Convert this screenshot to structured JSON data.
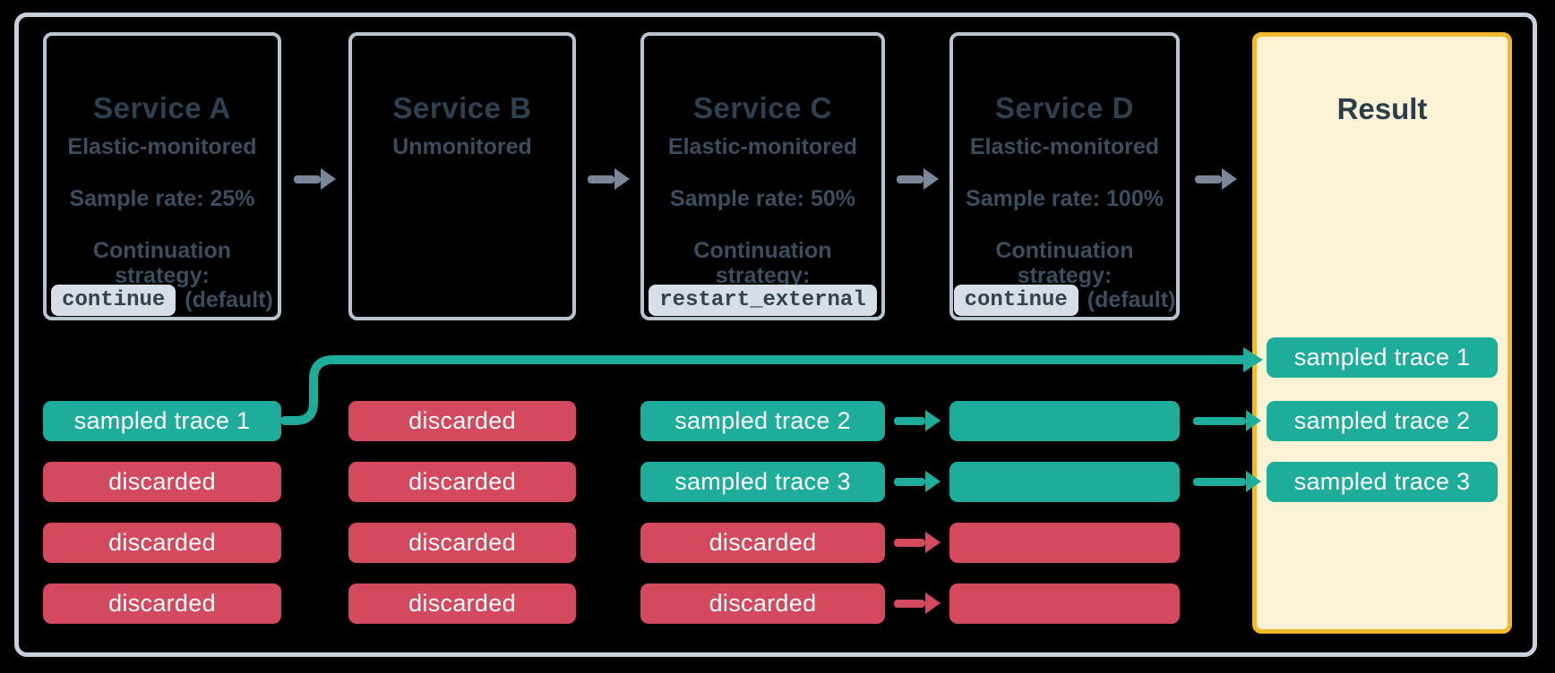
{
  "services": [
    {
      "title": "Service A",
      "subtitle": "Elastic-monitored",
      "sample_rate": "Sample rate: 25%",
      "continuation_line1": "Continuation",
      "continuation_line2": "strategy:",
      "strategy_code": "continue",
      "strategy_note": "(default)"
    },
    {
      "title": "Service B",
      "subtitle": "Unmonitored"
    },
    {
      "title": "Service C",
      "subtitle": "Elastic-monitored",
      "sample_rate": "Sample rate: 50%",
      "continuation_line1": "Continuation",
      "continuation_line2": "strategy:",
      "strategy_code": "restart_external",
      "strategy_note": ""
    },
    {
      "title": "Service D",
      "subtitle": "Elastic-monitored",
      "sample_rate": "Sample rate: 100%",
      "continuation_line1": "Continuation",
      "continuation_line2": "strategy:",
      "strategy_code": "continue",
      "strategy_note": "(default)"
    }
  ],
  "result": {
    "title": "Result",
    "pills": [
      {
        "label": "sampled trace 1",
        "status": "sampled"
      },
      {
        "label": "sampled trace 2",
        "status": "sampled"
      },
      {
        "label": "sampled trace 3",
        "status": "sampled"
      }
    ]
  },
  "traces": {
    "a": [
      {
        "label": "sampled trace 1",
        "status": "sampled"
      },
      {
        "label": "discarded",
        "status": "discarded"
      },
      {
        "label": "discarded",
        "status": "discarded"
      },
      {
        "label": "discarded",
        "status": "discarded"
      }
    ],
    "b": [
      {
        "label": "discarded",
        "status": "discarded"
      },
      {
        "label": "discarded",
        "status": "discarded"
      },
      {
        "label": "discarded",
        "status": "discarded"
      },
      {
        "label": "discarded",
        "status": "discarded"
      }
    ],
    "c": [
      {
        "label": "sampled trace 2",
        "status": "sampled"
      },
      {
        "label": "sampled trace 3",
        "status": "sampled"
      },
      {
        "label": "discarded",
        "status": "discarded"
      },
      {
        "label": "discarded",
        "status": "discarded"
      }
    ],
    "d": [
      {
        "label": "",
        "status": "sampled"
      },
      {
        "label": "",
        "status": "sampled"
      },
      {
        "label": "",
        "status": "discarded"
      },
      {
        "label": "",
        "status": "discarded"
      }
    ]
  },
  "colors": {
    "sampled_teal": "#1FAD9B",
    "discarded_red": "#D3495E",
    "result_fill": "#FCF3D6",
    "result_border": "#F1BA2C",
    "service_box_border": "#B8C4D0",
    "frame_border": "#C9D2DC",
    "flow_arrow_gray": "#7A8799",
    "title_text": "#2F404F",
    "body_text": "#3C4D5D",
    "chip_bg": "#D6DEE7"
  }
}
